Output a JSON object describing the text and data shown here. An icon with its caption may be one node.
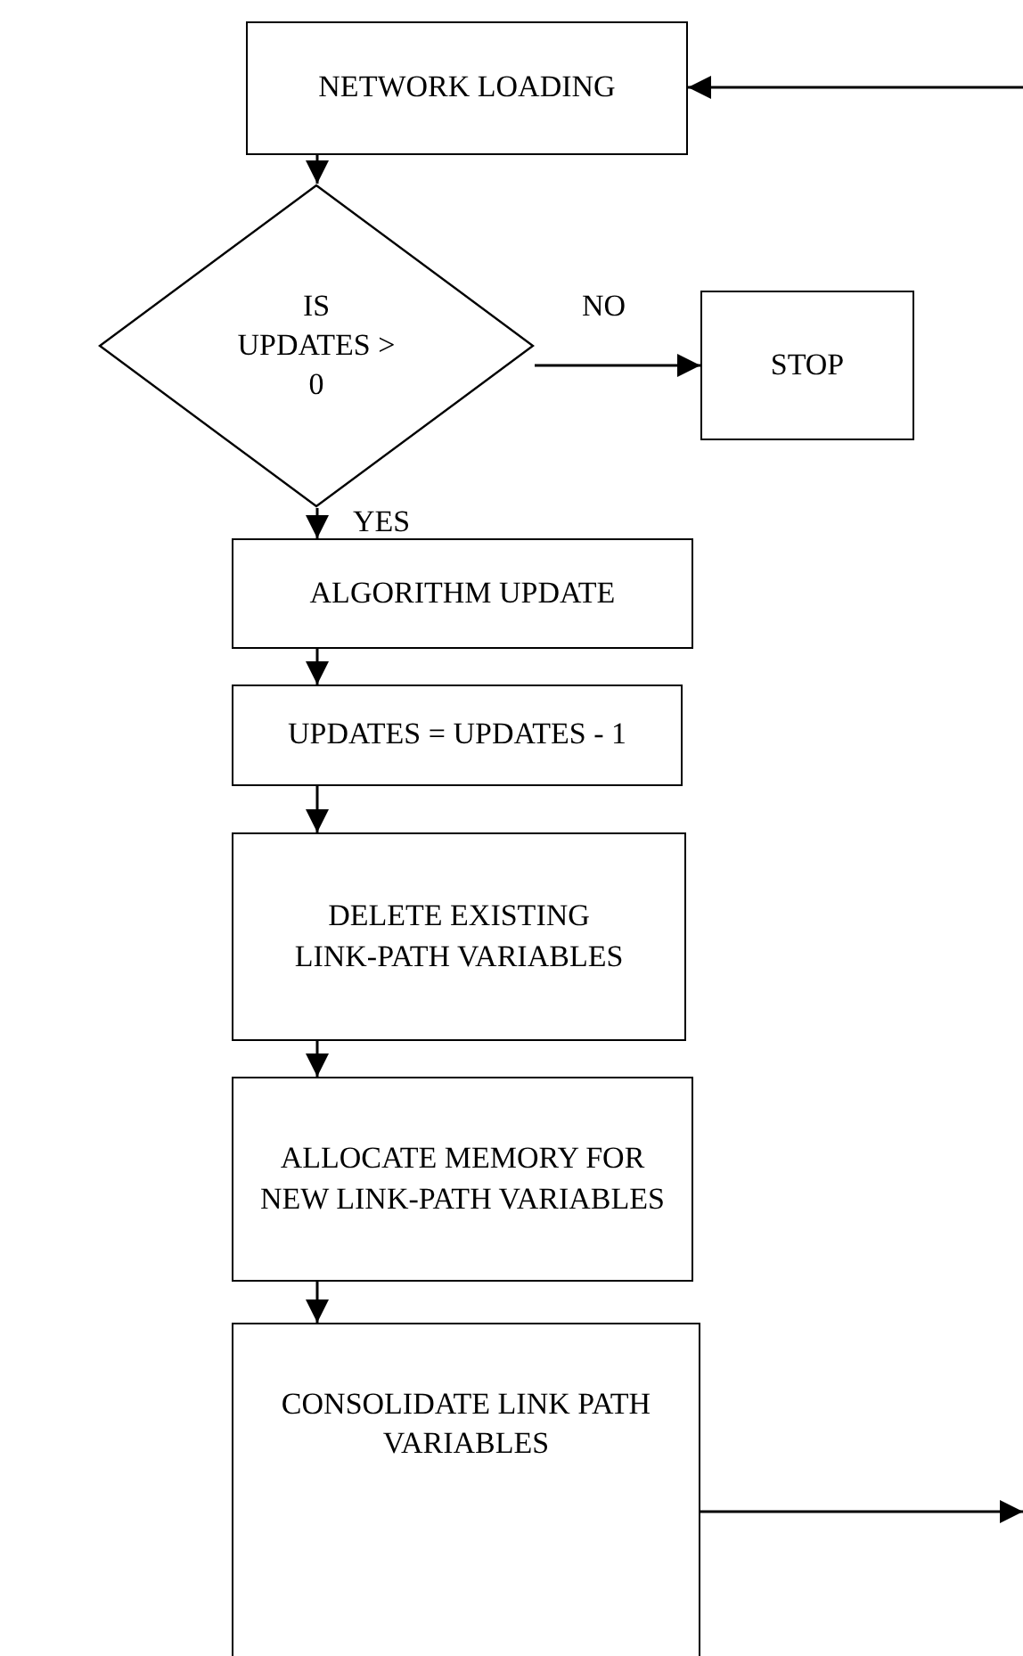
{
  "diagram": {
    "nodes": [
      {
        "text": [
          "NETWORK LOADING"
        ]
      },
      {
        "text": [
          "IS UPDATES > 0"
        ]
      },
      {
        "text": [
          "STOP"
        ]
      },
      {
        "text": [
          "ALGORITHM UPDATE"
        ]
      },
      {
        "text": [
          "UPDATES = UPDATES - 1"
        ]
      },
      {
        "text": [
          "DELETE EXISTING LINK-PATH VARIABLES"
        ]
      },
      {
        "text": [
          "ALLOCATE MEMORY FOR NEW LINK-PATH VARIABLES"
        ]
      },
      {
        "text": [
          "CONSOLIDATE LINK PATH VARIABLES"
        ]
      }
    ],
    "edges": [
      {
        "from": 0,
        "to": 1,
        "arrow": "to"
      },
      {
        "from": 1,
        "to": 2,
        "arrow": "to",
        "label": "NO"
      },
      {
        "from": 1,
        "to": 3,
        "arrow": "to",
        "label": "YES"
      },
      {
        "from": 3,
        "to": 4,
        "arrow": "to"
      },
      {
        "from": 4,
        "to": 5,
        "arrow": "to"
      },
      {
        "from": 5,
        "to": 6,
        "arrow": "to"
      },
      {
        "from": 6,
        "to": 7,
        "arrow": "to"
      },
      {
        "from": 7,
        "to": null,
        "arrow": "to"
      },
      {
        "from": null,
        "to": 0,
        "arrow": "to"
      }
    ]
  }
}
